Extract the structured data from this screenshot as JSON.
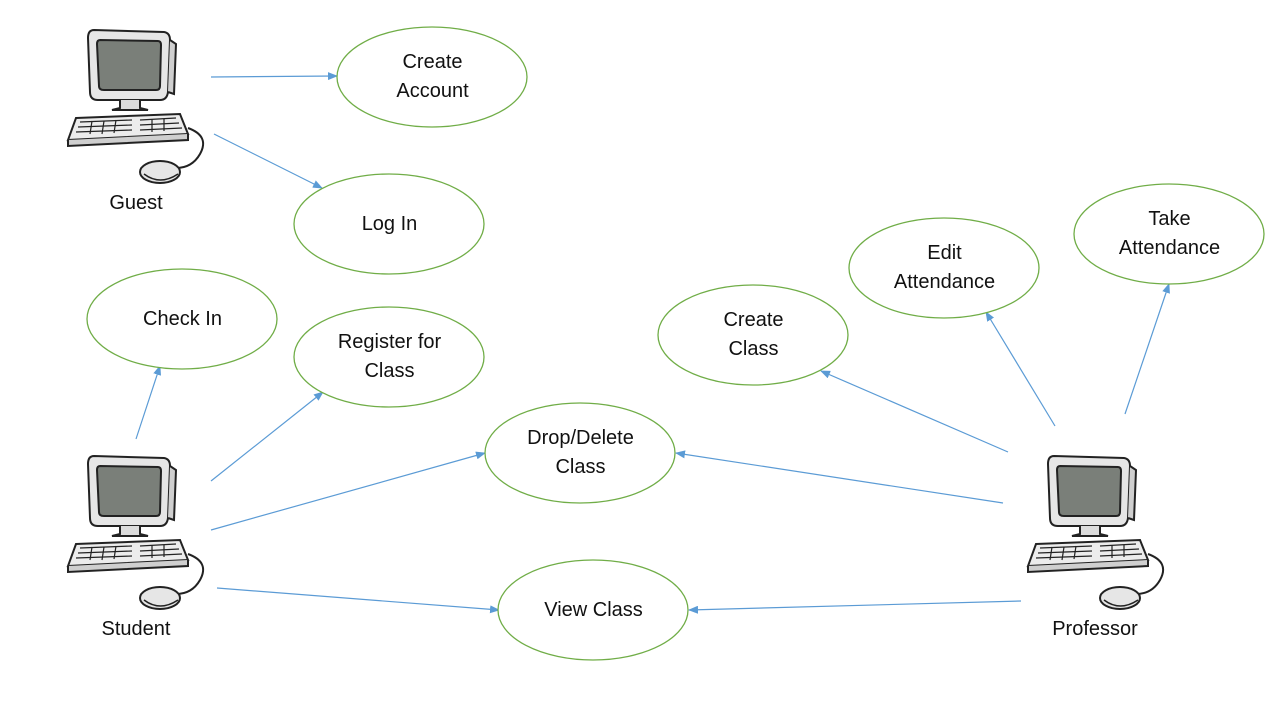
{
  "colors": {
    "ellipse_stroke": "#70ad47",
    "arrow": "#5b9bd5",
    "text": "#111111"
  },
  "actors": [
    {
      "id": "guest",
      "label": "Guest",
      "icon": "computer-icon"
    },
    {
      "id": "student",
      "label": "Student",
      "icon": "computer-icon"
    },
    {
      "id": "professor",
      "label": "Professor",
      "icon": "computer-icon"
    }
  ],
  "use_cases": [
    {
      "id": "create-account",
      "label": "Create\nAccount"
    },
    {
      "id": "log-in",
      "label": "Log In"
    },
    {
      "id": "check-in",
      "label": "Check In"
    },
    {
      "id": "register-for-class",
      "label": "Register for\nClass"
    },
    {
      "id": "drop-delete-class",
      "label": "Drop/Delete\nClass"
    },
    {
      "id": "view-class",
      "label": "View Class"
    },
    {
      "id": "create-class",
      "label": "Create\nClass"
    },
    {
      "id": "edit-attendance",
      "label": "Edit\nAttendance"
    },
    {
      "id": "take-attendance",
      "label": "Take\nAttendance"
    }
  ],
  "associations": [
    {
      "from": "guest",
      "to": "create-account"
    },
    {
      "from": "guest",
      "to": "log-in"
    },
    {
      "from": "student",
      "to": "check-in"
    },
    {
      "from": "student",
      "to": "register-for-class"
    },
    {
      "from": "student",
      "to": "drop-delete-class"
    },
    {
      "from": "student",
      "to": "view-class"
    },
    {
      "from": "professor",
      "to": "create-class"
    },
    {
      "from": "professor",
      "to": "edit-attendance"
    },
    {
      "from": "professor",
      "to": "take-attendance"
    },
    {
      "from": "professor",
      "to": "drop-delete-class"
    },
    {
      "from": "professor",
      "to": "view-class"
    }
  ]
}
